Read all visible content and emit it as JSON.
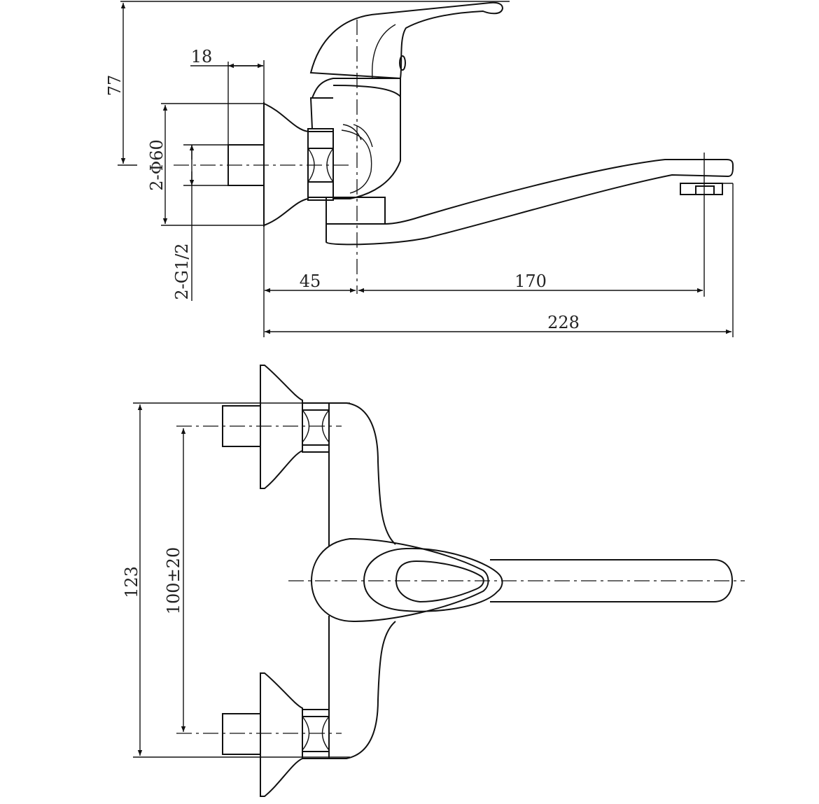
{
  "colors": {
    "line": "#111111",
    "background": "#ffffff"
  },
  "side_view": {
    "dim_height_77": "77",
    "dim_18": "18",
    "dim_2_phi60": "2-Φ60",
    "dim_2_g1_2": "2-G1/2",
    "dim_45": "45",
    "dim_170": "170",
    "dim_228": "228"
  },
  "top_view": {
    "dim_123": "123",
    "dim_100_20": "100±20"
  }
}
